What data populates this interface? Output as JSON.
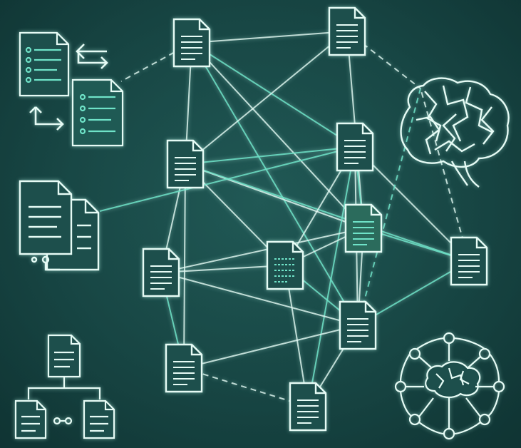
{
  "colors": {
    "background": "#184846",
    "stroke": "#e6fbf5",
    "accent": "#6fe3c8",
    "doc_fill": "#1d4f4c",
    "doc_fill_alt": "#2b6b5c"
  },
  "icons": {
    "document": "document-icon",
    "brain": "brain-icon",
    "swap": "bidirectional-arrows-icon",
    "hierarchy": "document-hierarchy-icon",
    "network": "brain-network-icon"
  },
  "nodes": [
    {
      "id": "n1",
      "kind": "plain"
    },
    {
      "id": "n2",
      "kind": "plain"
    },
    {
      "id": "n3",
      "kind": "plain"
    },
    {
      "id": "n4",
      "kind": "plain"
    },
    {
      "id": "n5",
      "kind": "code"
    },
    {
      "id": "n6",
      "kind": "highlight"
    },
    {
      "id": "n7",
      "kind": "plain"
    },
    {
      "id": "n8",
      "kind": "plain"
    },
    {
      "id": "n9",
      "kind": "plain"
    },
    {
      "id": "n10",
      "kind": "plain"
    },
    {
      "id": "n11",
      "kind": "plain"
    }
  ],
  "edges": [
    [
      "n1",
      "n2"
    ],
    [
      "n1",
      "n4"
    ],
    [
      "n1",
      "n3"
    ],
    [
      "n1",
      "n6"
    ],
    [
      "n1",
      "n9"
    ],
    [
      "n2",
      "n3"
    ],
    [
      "n2",
      "n6"
    ],
    [
      "n3",
      "n4"
    ],
    [
      "n3",
      "n6"
    ],
    [
      "n3",
      "n5"
    ],
    [
      "n3",
      "n10"
    ],
    [
      "n3",
      "n7"
    ],
    [
      "n3",
      "n8"
    ],
    [
      "n4",
      "n6"
    ],
    [
      "n4",
      "n9"
    ],
    [
      "n4",
      "n10"
    ],
    [
      "n4",
      "n11"
    ],
    [
      "n4",
      "n5"
    ],
    [
      "n5",
      "n6"
    ],
    [
      "n5",
      "n9"
    ],
    [
      "n5",
      "n7"
    ],
    [
      "n5",
      "n11"
    ],
    [
      "n6",
      "n10"
    ],
    [
      "n6",
      "n9"
    ],
    [
      "n7",
      "n9"
    ],
    [
      "n7",
      "n8"
    ],
    [
      "n7",
      "n6"
    ],
    [
      "n8",
      "n9"
    ],
    [
      "n9",
      "n10"
    ],
    [
      "n9",
      "n11"
    ],
    [
      "n10",
      "brain"
    ],
    [
      "n9",
      "brain"
    ],
    [
      "n2",
      "brain"
    ],
    [
      "n1",
      "stack-a"
    ],
    [
      "n4",
      "stack-b"
    ],
    [
      "n8",
      "n11"
    ]
  ]
}
